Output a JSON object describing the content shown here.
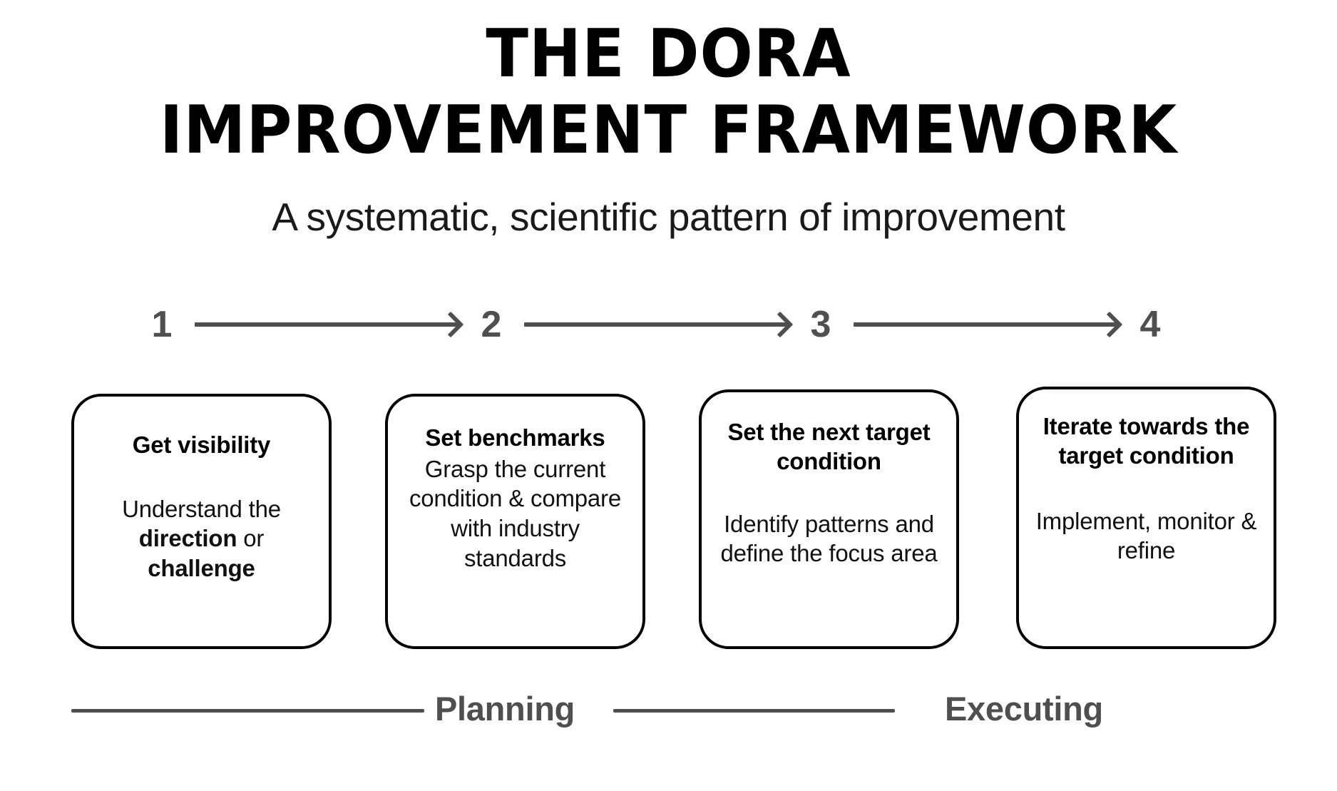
{
  "header": {
    "title_line1": "THE DORA",
    "title_line2": "IMPROVEMENT FRAMEWORK",
    "subtitle": "A systematic, scientific pattern of improvement"
  },
  "colors": {
    "background": "#ffffff",
    "text": "#111111",
    "accent_gray": "#4f4f4f",
    "card_border": "#000000"
  },
  "steps": [
    {
      "number": "1"
    },
    {
      "number": "2"
    },
    {
      "number": "3"
    },
    {
      "number": "4"
    }
  ],
  "cards": [
    {
      "title": "Get visibility",
      "body_plain": "Understand the direction or challenge",
      "body_parts": [
        {
          "text": "Understand the ",
          "bold": false
        },
        {
          "text": "direction",
          "bold": true
        },
        {
          "text": " or ",
          "bold": false
        },
        {
          "text": "challenge",
          "bold": true
        }
      ]
    },
    {
      "title": "Set benchmarks",
      "body_plain": "Grasp the current condition & compare with industry standards",
      "body_parts": [
        {
          "text": "Grasp the current condition & compare with industry standards",
          "bold": false
        }
      ]
    },
    {
      "title": "Set the next target condition",
      "body_plain": "Identify patterns and define the focus area",
      "body_parts": [
        {
          "text": "Identify patterns and define the focus area",
          "bold": false
        }
      ]
    },
    {
      "title": "Iterate towards the target condition",
      "body_plain": "Implement, monitor & refine",
      "body_parts": [
        {
          "text": "Implement, monitor & refine",
          "bold": false
        }
      ]
    }
  ],
  "phases": {
    "planning_label": "Planning",
    "executing_label": "Executing"
  }
}
